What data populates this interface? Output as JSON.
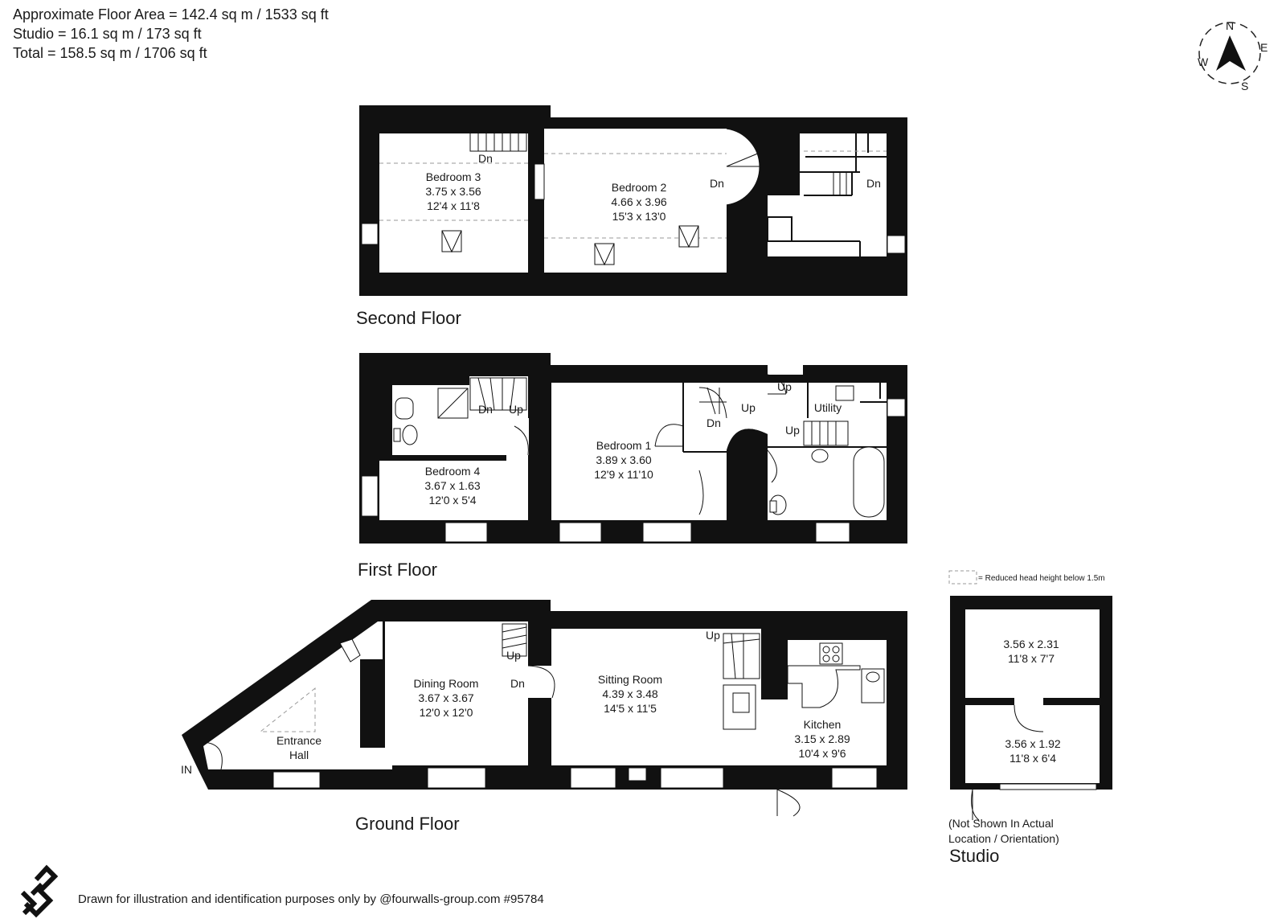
{
  "header": {
    "line1": "Approximate Floor Area = 142.4 sq m / 1533 sq ft",
    "line2": "Studio = 16.1 sq m / 173 sq ft",
    "line3": "Total = 158.5 sq m / 1706 sq ft"
  },
  "compass": {
    "n": "N",
    "e": "E",
    "s": "S",
    "w": "W"
  },
  "floors": {
    "second": "Second Floor",
    "first": "First Floor",
    "ground": "Ground Floor",
    "studio": "Studio"
  },
  "rooms": {
    "bedroom3": {
      "name": "Bedroom 3",
      "metric": "3.75 x 3.56",
      "imperial": "12'4 x 11'8"
    },
    "bedroom2": {
      "name": "Bedroom 2",
      "metric": "4.66 x 3.96",
      "imperial": "15'3 x 13'0"
    },
    "bedroom1": {
      "name": "Bedroom 1",
      "metric": "3.89 x 3.60",
      "imperial": "12'9 x 11'10"
    },
    "bedroom4": {
      "name": "Bedroom 4",
      "metric": "3.67 x 1.63",
      "imperial": "12'0 x 5'4"
    },
    "utility": {
      "name": "Utility"
    },
    "dining": {
      "name": "Dining Room",
      "metric": "3.67 x 3.67",
      "imperial": "12'0 x 12'0"
    },
    "sitting": {
      "name": "Sitting Room",
      "metric": "4.39 x 3.48",
      "imperial": "14'5 x 11'5"
    },
    "kitchen": {
      "name": "Kitchen",
      "metric": "3.15 x 2.89",
      "imperial": "10'4 x 9'6"
    },
    "hall": {
      "line1": "Entrance",
      "line2": "Hall"
    },
    "studio_a": {
      "metric": "3.56 x 2.31",
      "imperial": "11'8 x 7'7"
    },
    "studio_b": {
      "metric": "3.56 x 1.92",
      "imperial": "11'8 x 6'4"
    }
  },
  "stairs": {
    "dn": "Dn",
    "up": "Up"
  },
  "entrance_label": "IN",
  "legend": "= Reduced head height below 1.5m",
  "studio_note": {
    "line1": "(Not Shown In Actual",
    "line2": "Location / Orientation)"
  },
  "footer": "Drawn for illustration and identification purposes only by @fourwalls-group.com #95784",
  "colors": {
    "wall": "#111111",
    "text": "#1a1a1a",
    "background": "#ffffff"
  }
}
